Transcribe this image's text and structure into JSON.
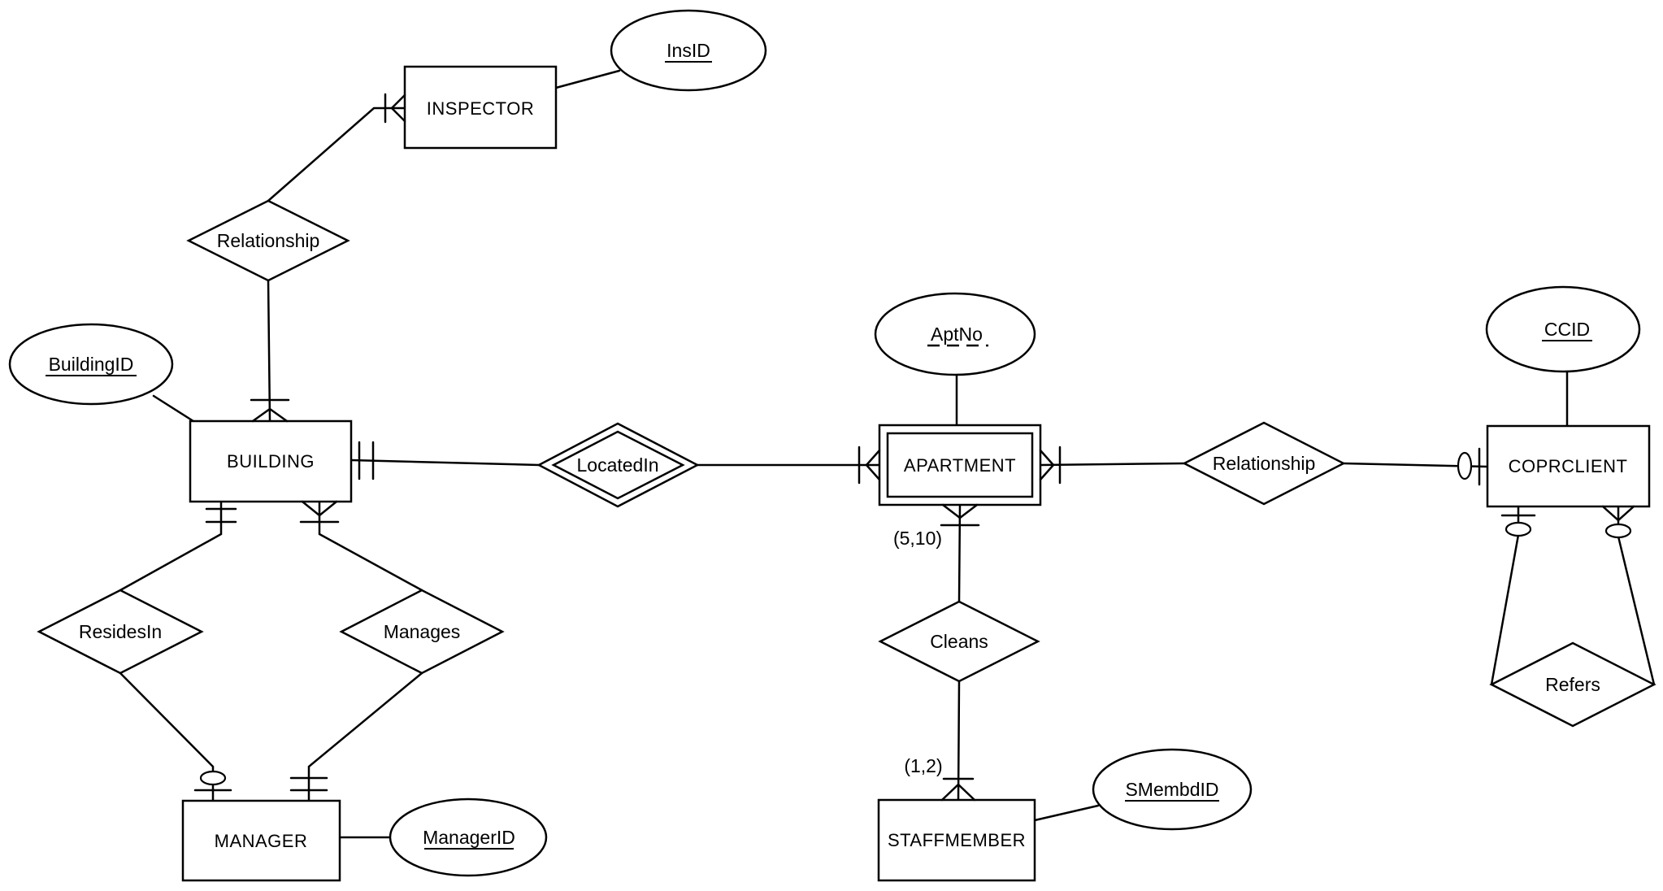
{
  "colors": {
    "line": "#000000",
    "background": "#ffffff"
  },
  "entities": {
    "inspector": {
      "label": "INSPECTOR"
    },
    "building": {
      "label": "BUILDING"
    },
    "manager": {
      "label": "MANAGER"
    },
    "apartment": {
      "label": "APARTMENT"
    },
    "staffmember": {
      "label": "STAFFMEMBER"
    },
    "coprclient": {
      "label": "COPRCLIENT"
    }
  },
  "relationships": {
    "relationship_top": {
      "label": "Relationship"
    },
    "locatedin": {
      "label": "LocatedIn"
    },
    "relationship_right": {
      "label": "Relationship"
    },
    "residesin": {
      "label": "ResidesIn"
    },
    "manages": {
      "label": "Manages"
    },
    "cleans": {
      "label": "Cleans"
    },
    "refers": {
      "label": "Refers"
    }
  },
  "attributes": {
    "insid": {
      "label": "InsID"
    },
    "buildingid": {
      "label": "BuildingID"
    },
    "aptno": {
      "label": "AptNo"
    },
    "ccid": {
      "label": "CCID"
    },
    "managerid": {
      "label": "ManagerID"
    },
    "smembdid": {
      "label": "SMembdID"
    }
  },
  "cardinalities": {
    "apartment_cleans": "(5,10)",
    "staffmember_cleans": "(1,2)"
  }
}
